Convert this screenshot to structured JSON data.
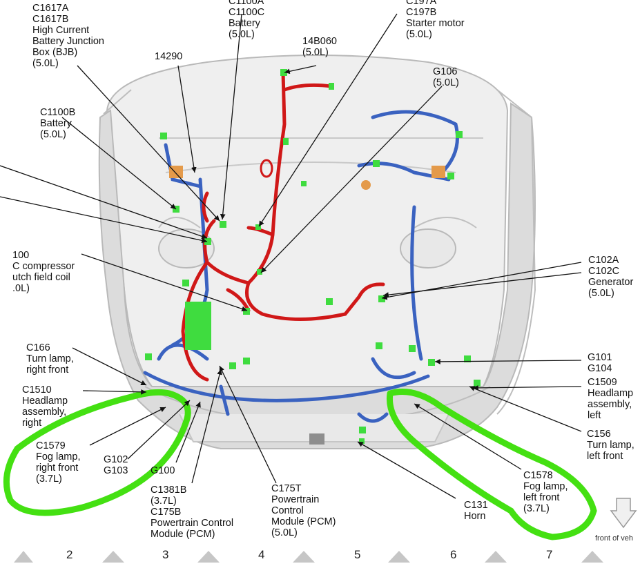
{
  "labels": {
    "c1617": [
      "C1617A",
      "C1617B",
      "High Current",
      "Battery Junction",
      "Box (BJB)",
      "(5.0L)"
    ],
    "c1100a": [
      "C1100A",
      "C1100C",
      "Battery",
      "(5.0L)"
    ],
    "c197": [
      "C197A",
      "C197B",
      "Starter motor",
      "(5.0L)"
    ],
    "n14b060": [
      "14B060",
      "(5.0L)"
    ],
    "n14290": [
      "14290"
    ],
    "g106": [
      "G106",
      "(5.0L)"
    ],
    "c1100b": [
      "C1100B",
      "Battery",
      "(5.0L)"
    ],
    "c100": [
      "100",
      "C compressor",
      "utch field coil",
      ".0L)"
    ],
    "c102": [
      "C102A",
      "C102C",
      "Generator",
      "(5.0L)"
    ],
    "c166": [
      "C166",
      "Turn lamp,",
      "right front"
    ],
    "c1510": [
      "C1510",
      "Headlamp",
      "assembly,",
      "right"
    ],
    "c1579": [
      "C1579",
      "Fog lamp,",
      "right front",
      "(3.7L)"
    ],
    "g102": [
      "G102",
      "G103"
    ],
    "g100": [
      "G100"
    ],
    "c1381b": [
      "C1381B",
      "(3.7L)",
      "C175B",
      "Powertrain Control",
      "Module (PCM)"
    ],
    "c175t": [
      "C175T",
      "Powertrain",
      "Control",
      "Module (PCM)",
      "(5.0L)"
    ],
    "c131": [
      "C131",
      "Horn"
    ],
    "c1578": [
      "C1578",
      "Fog lamp,",
      "left front",
      "(3.7L)"
    ],
    "g101": [
      "G101",
      "G104"
    ],
    "c1509": [
      "C1509",
      "Headlamp",
      "assembly,",
      "left"
    ],
    "c156": [
      "C156",
      "Turn lamp,",
      "left front"
    ]
  },
  "grid_numbers": [
    "2",
    "3",
    "4",
    "5",
    "6",
    "7"
  ],
  "front_label": "front of veh",
  "colors": {
    "red_wire": "#d01818",
    "blue_wire": "#3a62c0",
    "highlight": "#44e012",
    "connector": "#3fdc3f",
    "body": "#e2e2e2"
  }
}
